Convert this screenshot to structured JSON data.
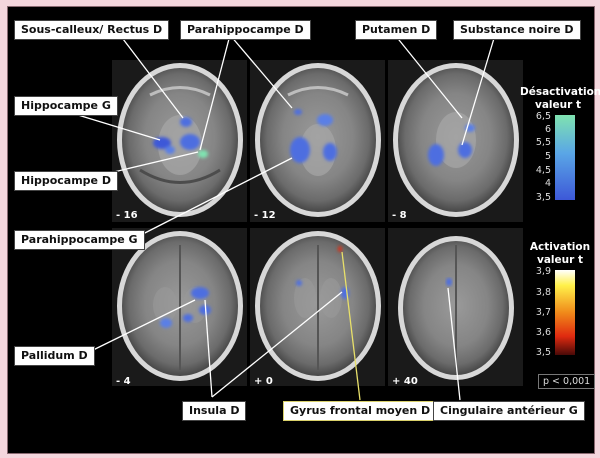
{
  "labels": {
    "sous_calleux": "Sous-calleux/ Rectus D",
    "parahippocampe_d": "Parahippocampe D",
    "putamen_d": "Putamen D",
    "substance_noire_d": "Substance noire D",
    "hippocampe_g": "Hippocampe G",
    "hippocampe_d": "Hippocampe D",
    "parahippocampe_g": "Parahippocampe G",
    "pallidum_d": "Pallidum D",
    "insula_d": "Insula D",
    "gyrus_frontal": "Gyrus frontal moyen D",
    "cingulaire": "Cingulaire antérieur G"
  },
  "slices": [
    "- 16",
    "- 12",
    "- 8",
    "- 4",
    "+ 0",
    "+ 40"
  ],
  "deactivation_scale": {
    "title_line1": "Désactivation",
    "title_line2": "valeur t",
    "ticks": [
      "6,5",
      "6",
      "5,5",
      "5",
      "4,5",
      "4",
      "3,5"
    ],
    "colors": {
      "top": "#7fe3b0",
      "mid": "#5aa6e6",
      "bottom": "#3d58d8"
    }
  },
  "activation_scale": {
    "title_line1": "Activation",
    "title_line2": "valeur t",
    "ticks": [
      "3,9",
      "3,8",
      "3,7",
      "3,6",
      "3,5"
    ],
    "colors": {
      "top": "#ffffff",
      "upper": "#fff14a",
      "mid": "#f08a1a",
      "lower": "#e02a10",
      "bottom": "#4a0a08"
    }
  },
  "p_value": "p < 0,001",
  "colors": {
    "background": "#f4d6dd",
    "panel": "#000000",
    "label_bg": "#ffffff",
    "highlight_border": "#d8d06a"
  }
}
